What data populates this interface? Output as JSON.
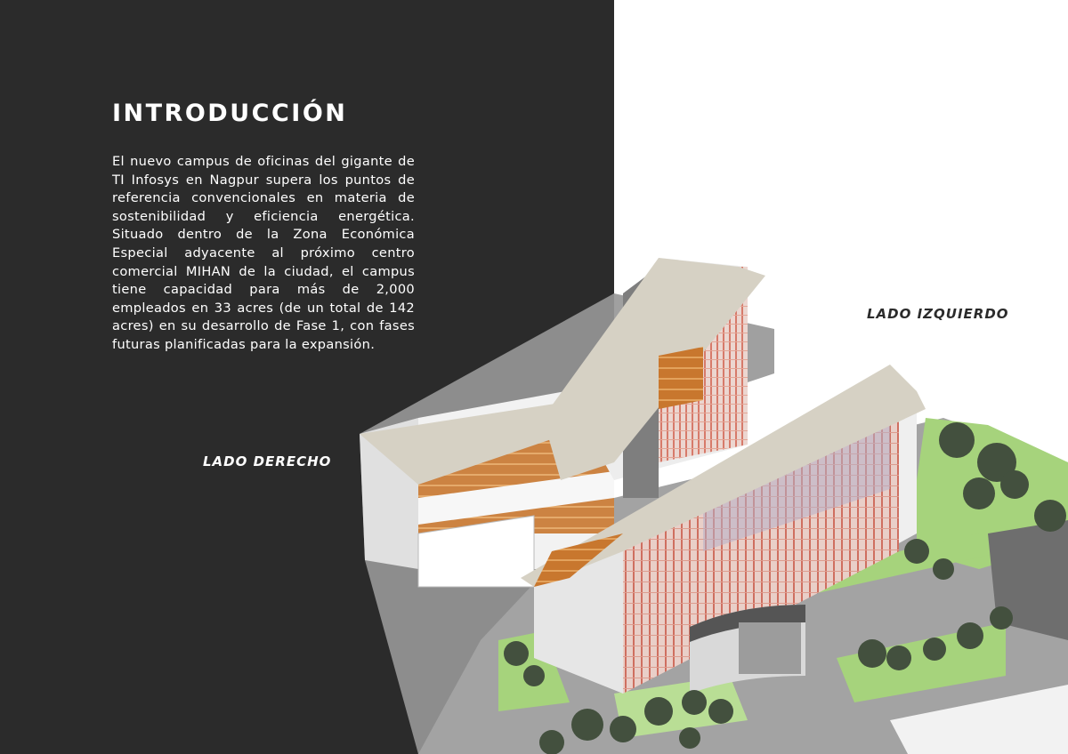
{
  "document": {
    "title": "INTRODUCCIÓN",
    "body": "El nuevo campus de oficinas del gigante de TI Infosys en Nagpur supera los puntos de referencia convencionales en materia de sostenibilidad y eficiencia energética. Situado dentro de la Zona Económica Especial adyacente al próximo centro comercial MIHAN de la ciudad, el campus tiene capacidad para más de 2,000 empleados en 33 acres (de un total de 142 acres) en su desarrollo de Fase 1, con fases futuras planificadas para la expansión."
  },
  "labels": {
    "right_side": "LADO DERECHO",
    "left_side": "LADO IZQUIERDO"
  },
  "colors": {
    "dark_panel": "#2b2b2b",
    "roof": "#d6d1c4",
    "wall": "#e9e9e9",
    "facade_fins": "#d77a6a",
    "interior_wood": "#c8772e",
    "ground": "#9b9b9b",
    "grass": "#a6d37c",
    "tree": "#43503e"
  }
}
